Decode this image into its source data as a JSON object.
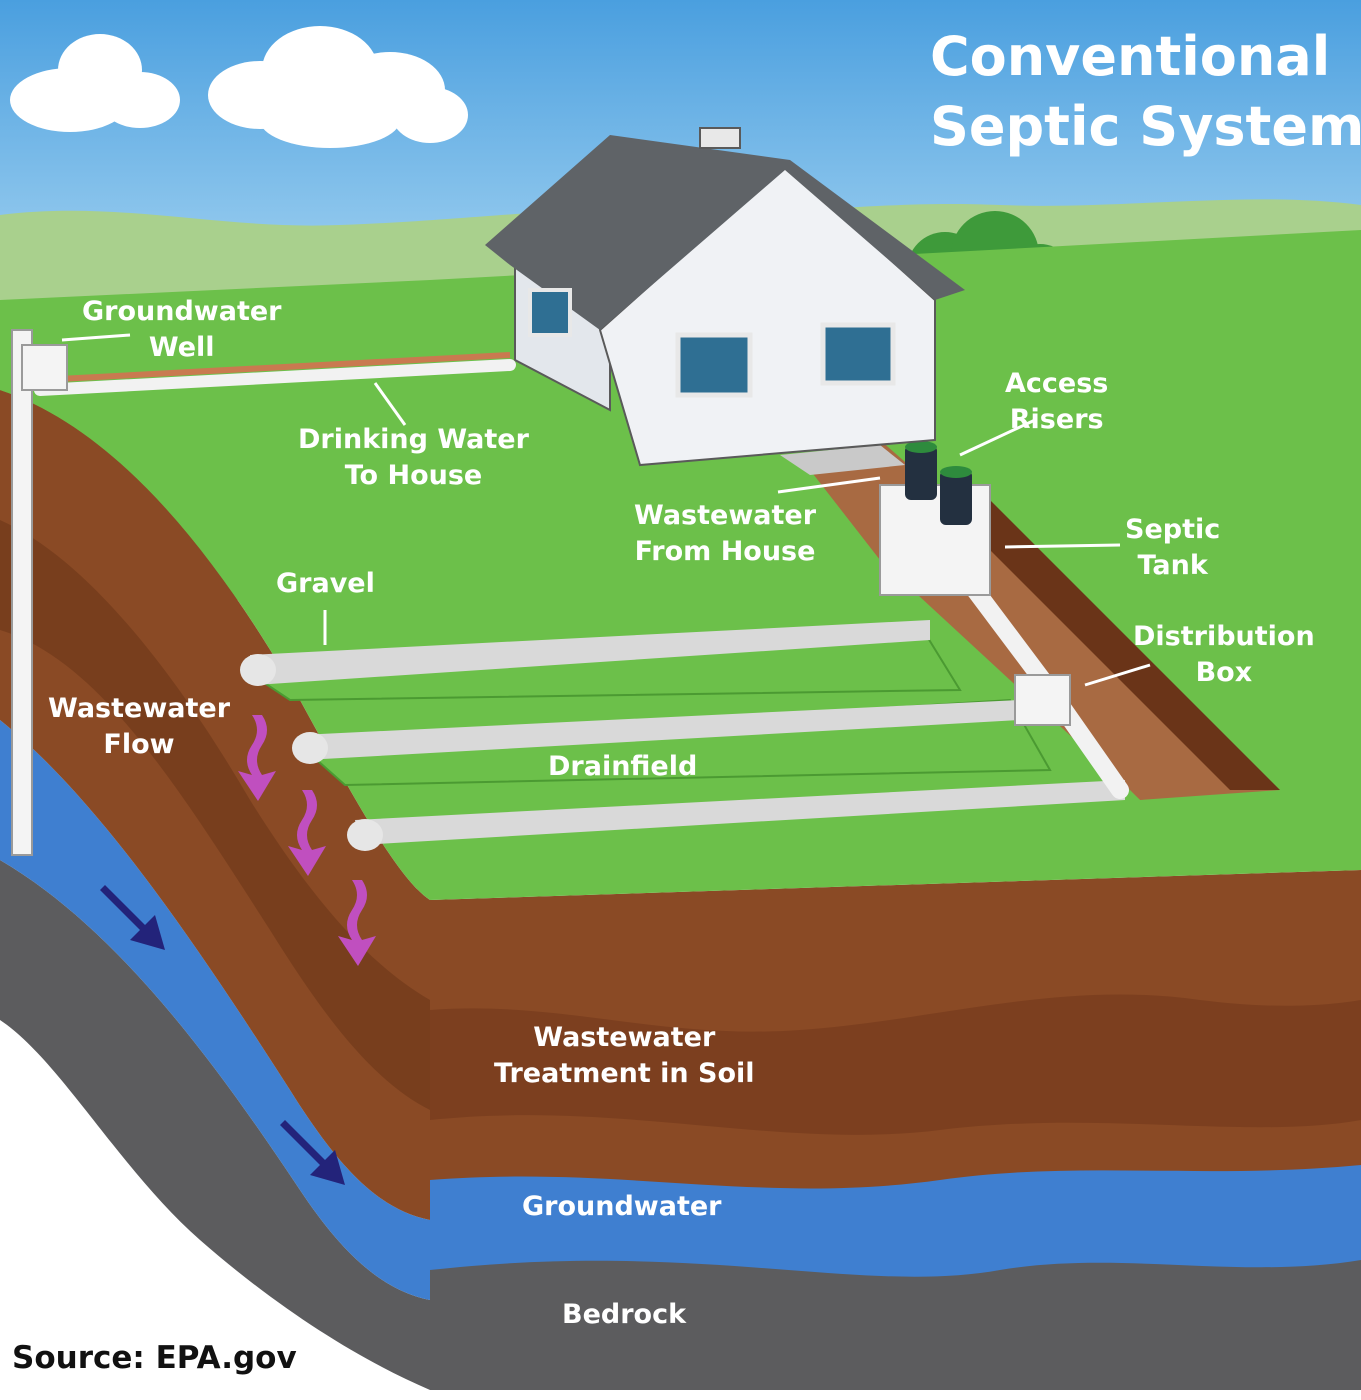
{
  "title": {
    "line1": "Conventional",
    "line2": "Septic System"
  },
  "labels": {
    "groundwater_well": [
      "Groundwater",
      "Well"
    ],
    "drinking_water": [
      "Drinking Water",
      "To House"
    ],
    "access_risers": [
      "Access",
      "Risers"
    ],
    "wastewater_from_house": [
      "Wastewater",
      "From House"
    ],
    "septic_tank": [
      "Septic",
      "Tank"
    ],
    "gravel": [
      "Gravel"
    ],
    "distribution_box": [
      "Distribution",
      "Box"
    ],
    "wastewater_flow": [
      "Wastewater",
      "Flow"
    ],
    "drainfield": [
      "Drainfield"
    ],
    "treatment_in_soil": [
      "Wastewater",
      "Treatment in Soil"
    ],
    "groundwater": [
      "Groundwater"
    ],
    "bedrock": [
      "Bedrock"
    ]
  },
  "source": "Source: EPA.gov",
  "colors": {
    "sky": "#6fb6e6",
    "grass": "#6cc04a",
    "soil": "#8a4a25",
    "soil_dark": "#6a3418",
    "groundwater": "#3f7fd0",
    "bedrock": "#5c5c5e",
    "flow_arrow": "#c04fbf",
    "groundwater_arrow": "#23237a"
  }
}
